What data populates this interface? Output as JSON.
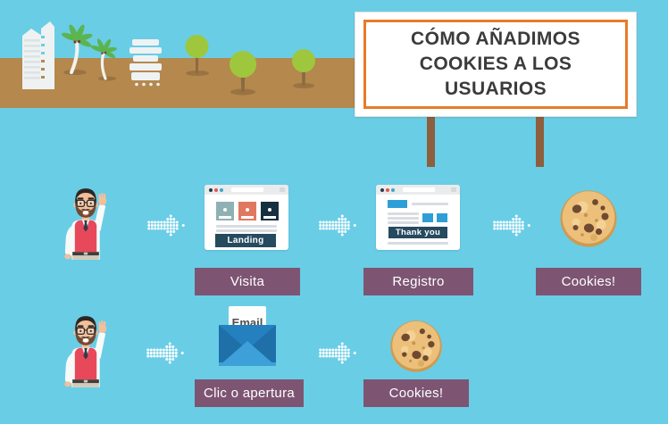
{
  "billboard": {
    "title": "CÓMO AÑADIMOS COOKIES A LOS USUARIOS",
    "lines": [
      "CÓMO AÑADIMOS",
      "COOKIES A LOS",
      "USUARIOS"
    ]
  },
  "flow_row1": {
    "browser_landing": {
      "banner": "Landing"
    },
    "browser_registro": {
      "banner": "Thank you"
    },
    "labels": {
      "visita": "Visita",
      "registro": "Registro",
      "cookies": "Cookies!"
    }
  },
  "flow_row2": {
    "email": {
      "label": "Email"
    },
    "labels": {
      "clic": "Clic o apertura",
      "cookies": "Cookies!"
    }
  },
  "icons": {
    "man": "man-waving-icon",
    "arrow": "dotted-arrow-right-icon",
    "cookie": "cookie-icon",
    "email": "email-envelope-icon",
    "scenery": "city-skyline-palms-trees"
  },
  "colors": {
    "background": "#69cde6",
    "ground": "#b5884e",
    "label_purple": "#7d5573",
    "billboard_border_orange": "#e87a28",
    "banner_navy": "#264a5e",
    "accent_blue": "#2d9fd6",
    "vest_red": "#e8495a",
    "cookie_tan": "#ecc07a"
  }
}
